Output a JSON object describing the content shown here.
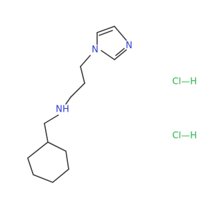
{
  "molecule": {
    "atoms": {
      "n_imidazole": "N",
      "n3_imidazole": "N",
      "amine": "NH",
      "hcl_top": "Cl—H",
      "hcl_bottom": "Cl—H"
    },
    "colors": {
      "bond": "#3b3b3b",
      "nitrogen": "#2b3ccf",
      "chlorine": "#2bb34a"
    }
  }
}
